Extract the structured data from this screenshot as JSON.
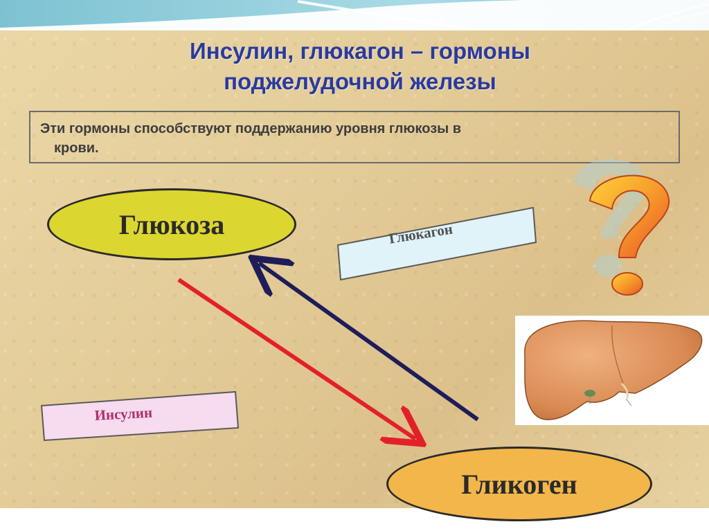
{
  "title": {
    "line1": "Инсулин, глюкагон – гормоны",
    "line2": "поджелудочной железы"
  },
  "note": {
    "line1": "Эти гормоны способствуют поддержанию уровня глюкозы в",
    "line2": "крови."
  },
  "nodes": {
    "glucose": "Глюкоза",
    "glycogen": "Гликоген"
  },
  "labels": {
    "glucagon": "Глюкагон",
    "insulin": "Инсулин"
  },
  "colors": {
    "title": "#2a3a9e",
    "glucose_fill": "#dcd630",
    "glycogen_fill": "#f2b64a",
    "insulin_arrow": "#e3202a",
    "glucagon_arrow": "#1e1d5a",
    "glucagon_banner": "#dff3f8",
    "insulin_banner": "#f7dbef"
  },
  "icons": {
    "question": "question-mark-icon",
    "liver": "liver-illustration"
  }
}
